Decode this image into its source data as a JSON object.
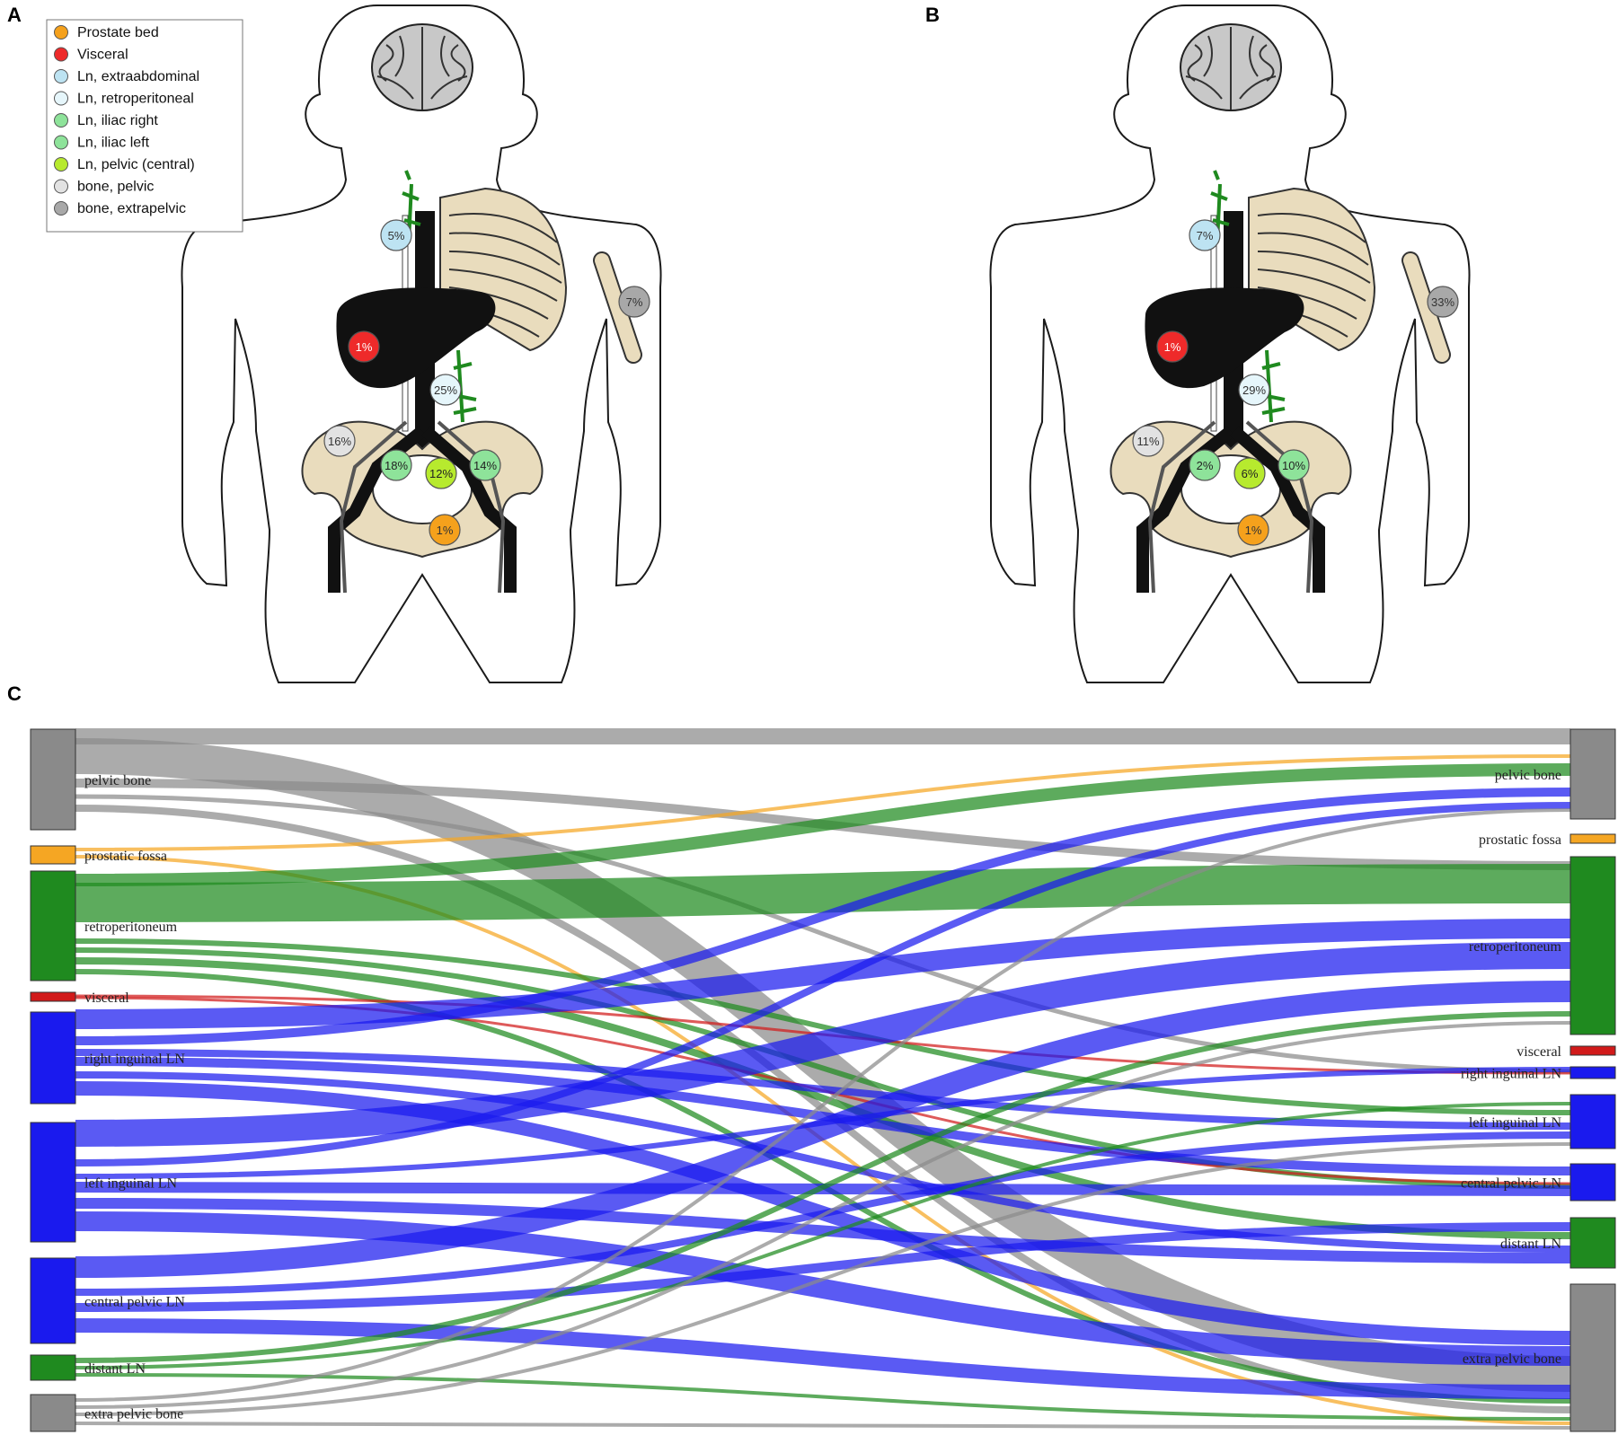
{
  "panels": {
    "a": "A",
    "b": "B",
    "c": "C"
  },
  "legend": [
    {
      "label": "Prostate bed",
      "color": "#f5a11c"
    },
    {
      "label": "Visceral",
      "color": "#ee2a2a"
    },
    {
      "label": "Ln, extraabdominal",
      "color": "#bde3f2"
    },
    {
      "label": "Ln, retroperitoneal",
      "color": "#e6f6fb"
    },
    {
      "label": "Ln, iliac right",
      "color": "#8ee39a"
    },
    {
      "label": "Ln, iliac left",
      "color": "#8ee39a"
    },
    {
      "label": "Ln, pelvic (central)",
      "color": "#b7ea2e"
    },
    {
      "label": "bone, pelvic",
      "color": "#e2e2e2"
    },
    {
      "label": "bone, extrapelvic",
      "color": "#a8a8a8"
    }
  ],
  "body_a": {
    "extraabdominal": "5%",
    "extrapelvic_bone": "7%",
    "visceral": "1%",
    "retroperitoneal": "25%",
    "pelvic_bone": "16%",
    "iliac_right": "18%",
    "pelvic_central": "12%",
    "iliac_left": "14%",
    "prostate_bed": "1%"
  },
  "body_b": {
    "extraabdominal": "7%",
    "extrapelvic_bone": "33%",
    "visceral": "1%",
    "retroperitoneal": "29%",
    "pelvic_bone": "11%",
    "iliac_right": "2%",
    "pelvic_central": "6%",
    "iliac_left": "10%",
    "prostate_bed": "1%"
  },
  "sankey": {
    "colors": {
      "bone": "#8a8a8a",
      "fossa": "#f5a623",
      "ln_green": "#1f8a1f",
      "visceral": "#d11a1a",
      "ln_blue": "#1a1aee"
    },
    "left_nodes": [
      {
        "id": "pb",
        "label": "pelvic bone",
        "color": "bone"
      },
      {
        "id": "pf",
        "label": "prostatic fossa",
        "color": "fossa"
      },
      {
        "id": "rp",
        "label": "retroperitoneum",
        "color": "ln_green"
      },
      {
        "id": "vi",
        "label": "visceral",
        "color": "visceral"
      },
      {
        "id": "ri",
        "label": "right inguinal LN",
        "color": "ln_blue"
      },
      {
        "id": "li",
        "label": "left inguinal LN",
        "color": "ln_blue"
      },
      {
        "id": "cp",
        "label": "central pelvic LN",
        "color": "ln_blue"
      },
      {
        "id": "dl",
        "label": "distant LN",
        "color": "ln_green"
      },
      {
        "id": "ep",
        "label": "extra pelvic bone",
        "color": "bone"
      }
    ],
    "right_nodes": [
      {
        "id": "pb",
        "label": "pelvic bone",
        "color": "bone"
      },
      {
        "id": "pf",
        "label": "prostatic fossa",
        "color": "fossa"
      },
      {
        "id": "rp",
        "label": "retroperitoneum",
        "color": "ln_green"
      },
      {
        "id": "vi",
        "label": "visceral",
        "color": "visceral"
      },
      {
        "id": "ri",
        "label": "right inguinal LN",
        "color": "ln_blue"
      },
      {
        "id": "li",
        "label": "left inguinal LN",
        "color": "ln_blue"
      },
      {
        "id": "cp",
        "label": "central pelvic LN",
        "color": "ln_blue"
      },
      {
        "id": "dl",
        "label": "distant LN",
        "color": "ln_green"
      },
      {
        "id": "ep",
        "label": "extra pelvic bone",
        "color": "bone"
      }
    ]
  }
}
